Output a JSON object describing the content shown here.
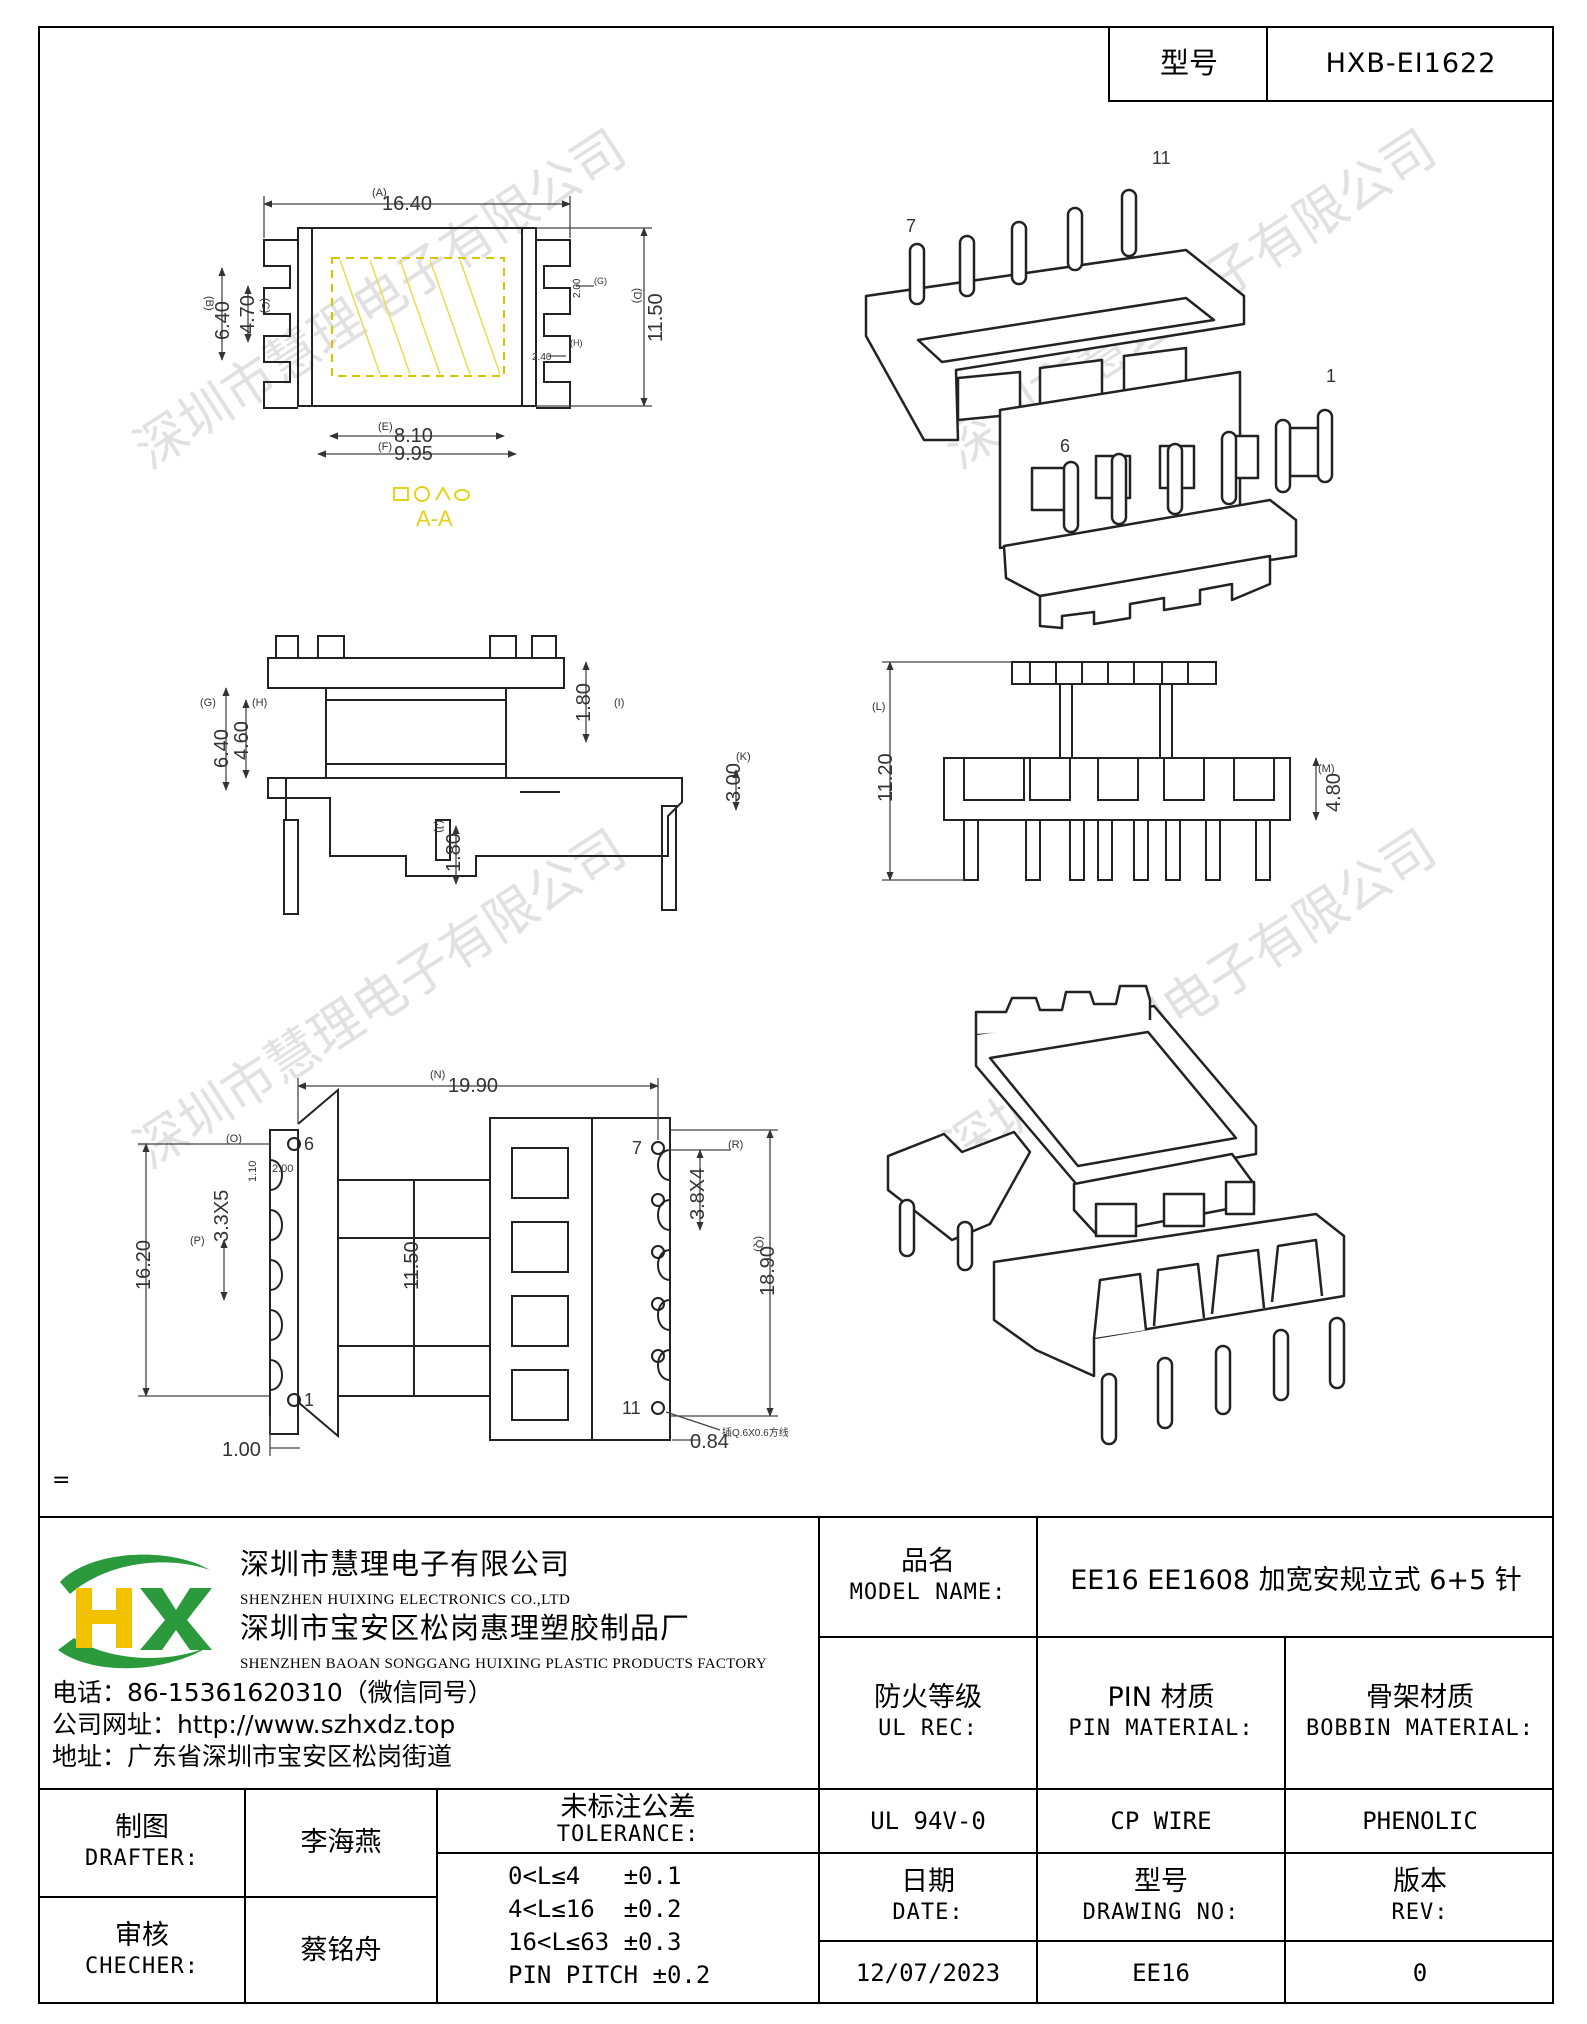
{
  "header": {
    "model_label": "型号",
    "model_value": "HXB-EI1622"
  },
  "drawing": {
    "top_view": {
      "dims": {
        "A": "16.40",
        "B": "6.40",
        "C": "4.70",
        "D": "11.50",
        "E": "8.10",
        "F": "9.95",
        "G": "2.00",
        "H": "2.40"
      },
      "letters": {
        "A": "(A)",
        "B": "(B)",
        "C": "(C)",
        "D": "(D)",
        "E": "(E)",
        "F": "(F)",
        "G": "(G)",
        "H": "(H)"
      },
      "section": "A-A"
    },
    "pin_labels_iso": [
      "11",
      "7",
      "1",
      "6"
    ],
    "side_view": {
      "dims": {
        "G": "6.40",
        "H": "4.60",
        "I": "1.80",
        "J": "1.80",
        "K": "3.00"
      },
      "letters": {
        "G": "(G)",
        "H": "(H)",
        "I": "(I)",
        "J": "(J)",
        "K": "(K)"
      }
    },
    "front_view": {
      "dims": {
        "L": "11.20",
        "M": "4.80"
      },
      "letters": {
        "L": "(L)",
        "M": "(M)"
      }
    },
    "bottom_view": {
      "dims": {
        "N": "19.90",
        "O": "1.10",
        "O2": "2.00",
        "P": "3.3X5",
        "Q": "18.90",
        "R": "3.8X4",
        "S": "11.50",
        "T": "16.20",
        "U": "1.00",
        "V": "0.84"
      },
      "letters": {
        "N": "(N)",
        "O": "(O)",
        "P": "(P)",
        "Q": "(Q)",
        "R": "(R)"
      },
      "pins": [
        "6",
        "1",
        "7",
        "11"
      ],
      "note": "插Q.6X0.6方线"
    },
    "watermark": "深圳市慧理电子有限公司"
  },
  "company": {
    "name_cn": "深圳市慧理电子有限公司",
    "name_en": "SHENZHEN HUIXING ELECTRONICS CO.,LTD",
    "factory_cn": "深圳市宝安区松岗惠理塑胶制品厂",
    "factory_en": "SHENZHEN BAOAN SONGGANG HUIXING PLASTIC PRODUCTS FACTORY",
    "phone": "电话：86-15361620310（微信同号）",
    "website": "公司网址：http://www.szhxdz.top",
    "address": "地址：广东省深圳市宝安区松岗街道",
    "logo_text": "HX",
    "colors": {
      "green": "#2a9a3c",
      "yellow": "#f2c200"
    }
  },
  "table": {
    "model_name_cn": "品名",
    "model_name_en": "MODEL NAME:",
    "model_name_value": "EE16 EE1608 加宽安规立式 6+5 针",
    "ul_cn": "防火等级",
    "ul_en": "UL REC:",
    "pin_cn": "PIN 材质",
    "pin_en": "PIN MATERIAL:",
    "bobbin_cn": "骨架材质",
    "bobbin_en": "BOBBIN MATERIAL:",
    "ul_value": "UL 94V-0",
    "pin_value": "CP WIRE",
    "bobbin_value": "PHENOLIC",
    "drafter_cn": "制图",
    "drafter_en": "DRAFTER:",
    "drafter_value": "李海燕",
    "tolerance_cn": "未标注公差",
    "tolerance_en": "TOLERANCE:",
    "tolerance_lines": [
      "0<L≤4   ±0.1",
      "4<L≤16  ±0.2",
      "16<L≤63 ±0.3",
      "PIN PITCH ±0.2"
    ],
    "checker_cn": "审核",
    "checker_en": "CHECHER:",
    "checker_value": "蔡铭舟",
    "date_cn": "日期",
    "date_en": "DATE:",
    "drawing_no_cn": "型号",
    "drawing_no_en": "DRAWING NO:",
    "rev_cn": "版本",
    "rev_en": "REV:",
    "date_value": "12/07/2023",
    "drawing_no_value": "EE16",
    "rev_value": "0"
  },
  "misc": {
    "equals_mark": "="
  }
}
